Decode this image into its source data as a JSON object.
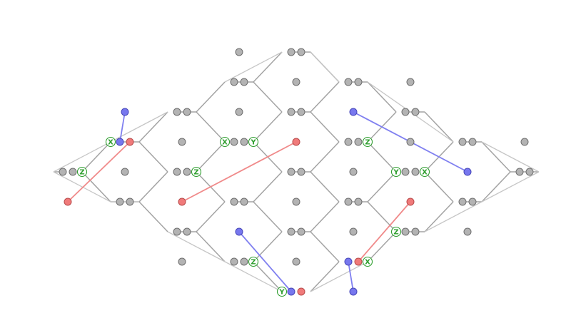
{
  "colors": {
    "edge": "#a3a3a3",
    "edge_light": "#c6c6c6",
    "qubit": "#b3b3b3",
    "red_qubit": "#f07a7a",
    "blue_qubit": "#7777ee",
    "check": "#2e9e2e"
  },
  "checks": [
    {
      "label": "X"
    },
    {
      "label": "Z"
    },
    {
      "label": "X"
    },
    {
      "label": "Y"
    },
    {
      "label": "Z"
    },
    {
      "label": "Z"
    },
    {
      "label": "Y"
    },
    {
      "label": "X"
    },
    {
      "label": "Z"
    },
    {
      "label": "Z"
    },
    {
      "label": "X"
    },
    {
      "label": "Y"
    }
  ]
}
